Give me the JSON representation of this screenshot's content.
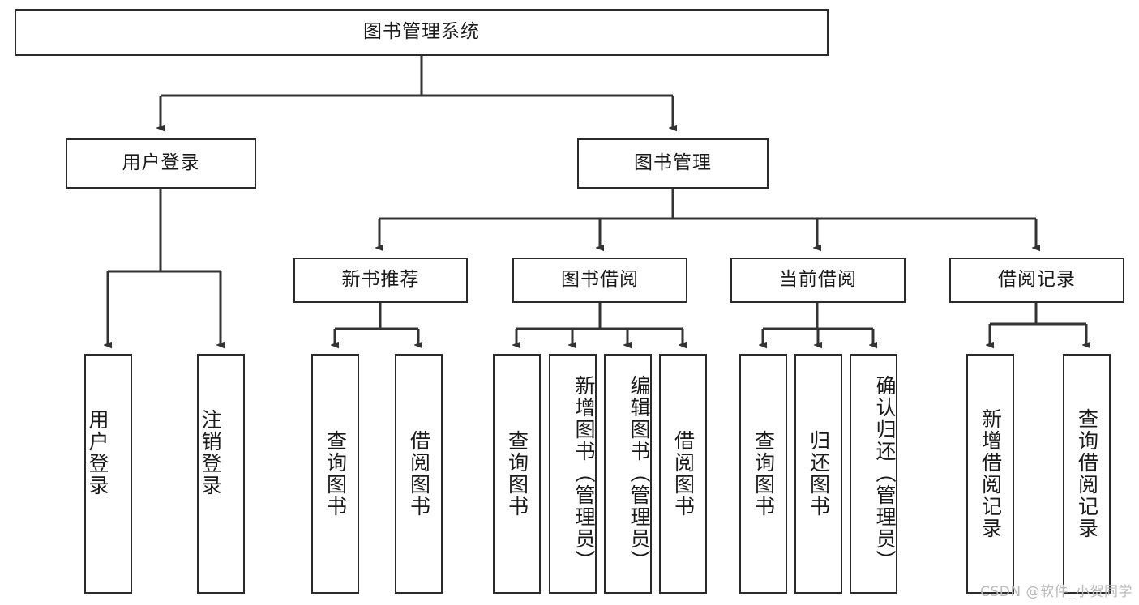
{
  "diagram": {
    "title": "图书管理系统",
    "root": {
      "label": "图书管理系统"
    },
    "level2": [
      {
        "label": "用户登录"
      },
      {
        "label": "图书管理"
      }
    ],
    "level3": [
      {
        "label": "新书推荐"
      },
      {
        "label": "图书借阅"
      },
      {
        "label": "当前借阅"
      },
      {
        "label": "借阅记录"
      }
    ],
    "leaves": {
      "user_login": [
        {
          "label": "用户登录"
        },
        {
          "label": "注销登录"
        }
      ],
      "new_book": [
        {
          "label": "查询图书"
        },
        {
          "label": "借阅图书"
        }
      ],
      "book_borrow": [
        {
          "label": "查询图书"
        },
        {
          "label": "新增图书（管理员）"
        },
        {
          "label": "编辑图书（管理员）"
        },
        {
          "label": "借阅图书"
        }
      ],
      "current_borrow": [
        {
          "label": "查询图书"
        },
        {
          "label": "归还图书"
        },
        {
          "label": "确认归还（管理员）"
        }
      ],
      "borrow_record": [
        {
          "label": "新增借阅记录"
        },
        {
          "label": "查询借阅记录"
        }
      ]
    }
  },
  "watermark": {
    "text": "CSDN @软件_小贺同学"
  },
  "colors": {
    "border": "#2b2b2b",
    "edge": "#333333",
    "background": "#ffffff",
    "text": "#1a1a1a",
    "watermark": "#b9b9b9"
  }
}
